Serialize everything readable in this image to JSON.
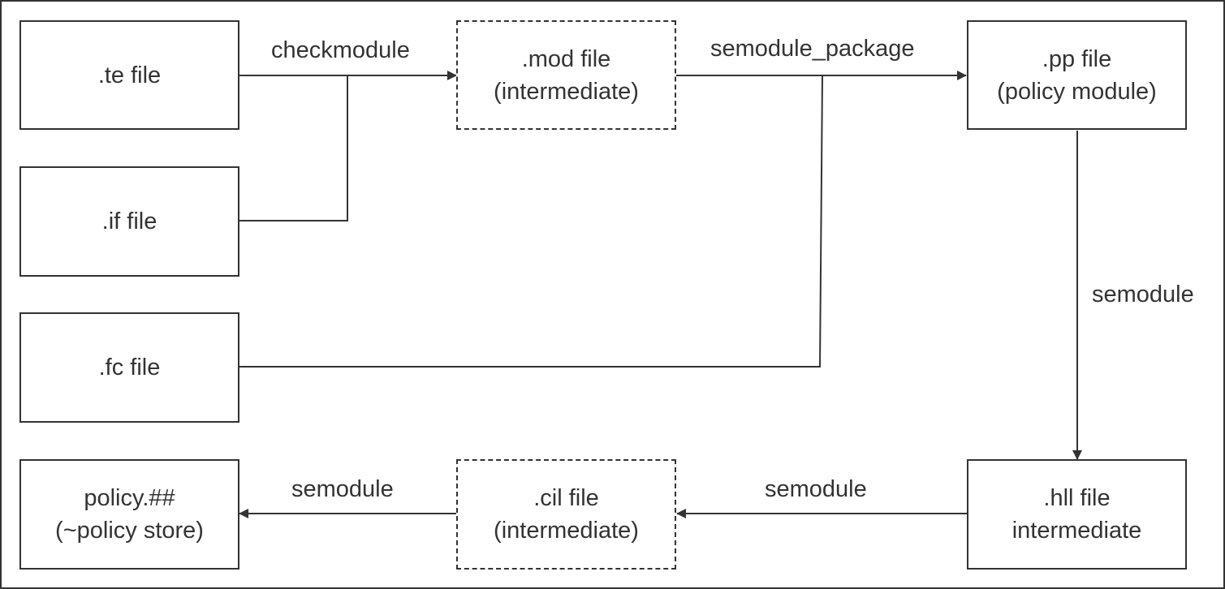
{
  "nodes": {
    "te": {
      "line1": ".te file"
    },
    "if": {
      "line1": ".if file"
    },
    "fc": {
      "line1": ".fc file"
    },
    "mod": {
      "line1": ".mod file",
      "line2": "(intermediate)",
      "style": "dashed"
    },
    "pp": {
      "line1": ".pp file",
      "line2": "(policy module)"
    },
    "hll": {
      "line1": ".hll file",
      "line2": "intermediate"
    },
    "cil": {
      "line1": ".cil file",
      "line2": "(intermediate)",
      "style": "dashed"
    },
    "policy": {
      "line1": "policy.##",
      "line2": "(~policy store)"
    }
  },
  "edges": {
    "checkmodule": {
      "label": "checkmodule",
      "from": [
        "te",
        "if"
      ],
      "to": "mod"
    },
    "semodule_package": {
      "label": "semodule_package",
      "from": [
        "mod",
        "fc"
      ],
      "to": "pp"
    },
    "pp_to_hll": {
      "label": "semodule",
      "from": "pp",
      "to": "hll"
    },
    "hll_to_cil": {
      "label": "semodule",
      "from": "hll",
      "to": "cil"
    },
    "cil_to_policy": {
      "label": "semodule",
      "from": "cil",
      "to": "policy"
    }
  },
  "colors": {
    "stroke": "#333333",
    "background": "#ffffff"
  }
}
